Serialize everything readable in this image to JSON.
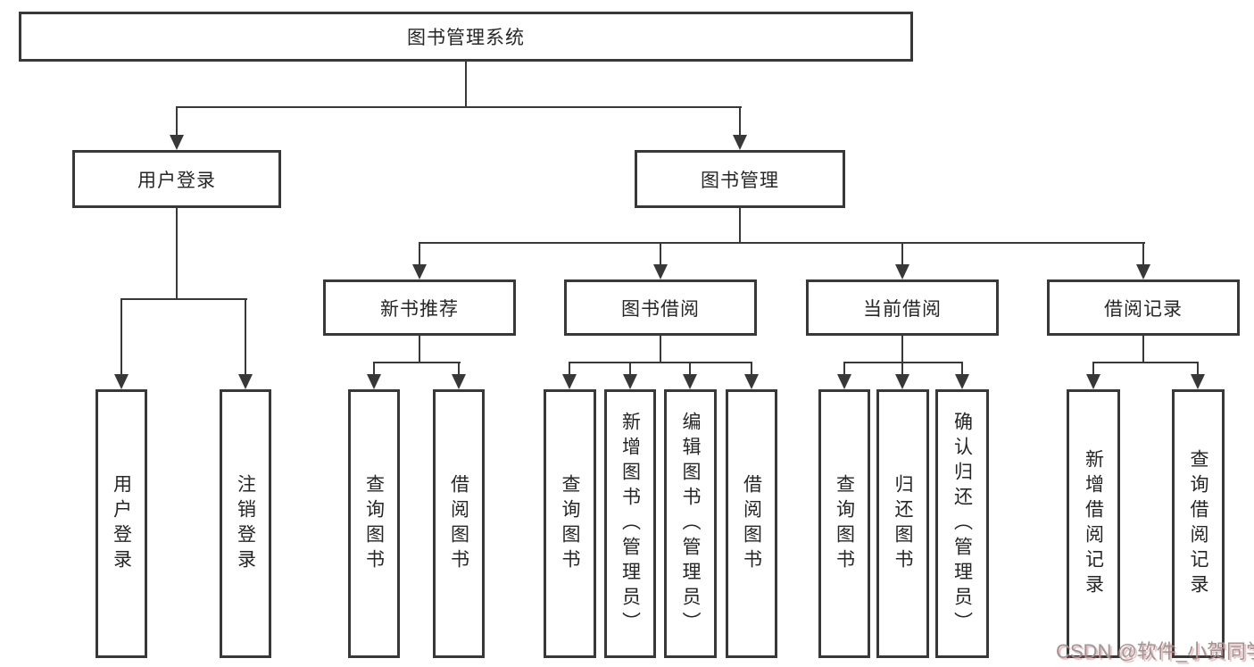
{
  "diagram": {
    "title": "图书管理系统",
    "level2": {
      "user_login": "用户登录",
      "book_management": "图书管理"
    },
    "level3": {
      "new_book_recommend": "新书推荐",
      "book_borrow": "图书借阅",
      "current_borrow": "当前借阅",
      "borrow_records": "借阅记录"
    },
    "leaves": {
      "user_login": "用户登录",
      "logout": "注销登录",
      "recommend_query_book": "查询图书",
      "recommend_borrow_book": "借阅图书",
      "borrow_query_book": "查询图书",
      "borrow_add_book": "新增图书（管理员）",
      "borrow_edit_book": "编辑图书（管理员）",
      "borrow_borrow_book": "借阅图书",
      "current_query_book": "查询图书",
      "current_return_book": "归还图书",
      "current_confirm_return": "确认归还（管理员）",
      "records_add_record": "新增借阅记录",
      "records_query_record": "查询借阅记录"
    },
    "colors": {
      "line": "#383838",
      "box_border": "#383838",
      "text": "#262626",
      "background": "#ffffff"
    }
  },
  "watermark": {
    "text": "CSDN @软件_小贺同学",
    "color": "#989898",
    "accent_color": "#dd5757"
  }
}
